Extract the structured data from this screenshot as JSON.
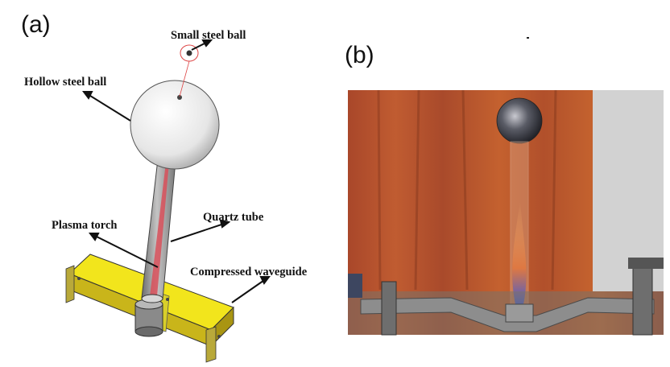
{
  "panels": {
    "a": {
      "label": "(a)"
    },
    "b": {
      "label": "(b)"
    }
  },
  "callouts": {
    "small_steel_ball": "Small steel ball",
    "hollow_steel_ball": "Hollow steel ball",
    "quartz_tube": "Quartz tube",
    "plasma_torch": "Plasma torch",
    "compressed_waveguide": "Compressed waveguide"
  },
  "colors": {
    "waveguide": "#f2e51c",
    "plasma": "#d8505a",
    "background_curtain": "#b8552c"
  }
}
